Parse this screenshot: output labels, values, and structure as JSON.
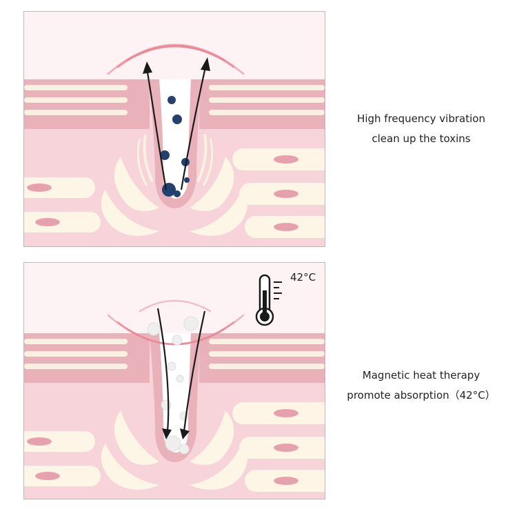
{
  "panels": [
    {
      "caption_lines": [
        "High frequency vibration",
        "clean up the toxins"
      ]
    },
    {
      "temperature_label": "42°C",
      "caption_lines": [
        "Magnetic heat therapy",
        "promote absorption（42°C）"
      ]
    }
  ],
  "icons": {
    "thermometer": "thermometer-icon",
    "vibration_waves": "vibration-waves-icon",
    "heat_waves": "heat-waves-icon",
    "toxin": "toxin-particle-icon",
    "nutrient": "nutrient-bubble-icon"
  },
  "colors": {
    "skin_dark": "#e6a9b3",
    "skin_light": "#f5cdd4",
    "cell_fill": "#fdf6e6",
    "wave": "#ea8a98",
    "toxin": "#23406e",
    "arrow": "#1a1a1a"
  }
}
